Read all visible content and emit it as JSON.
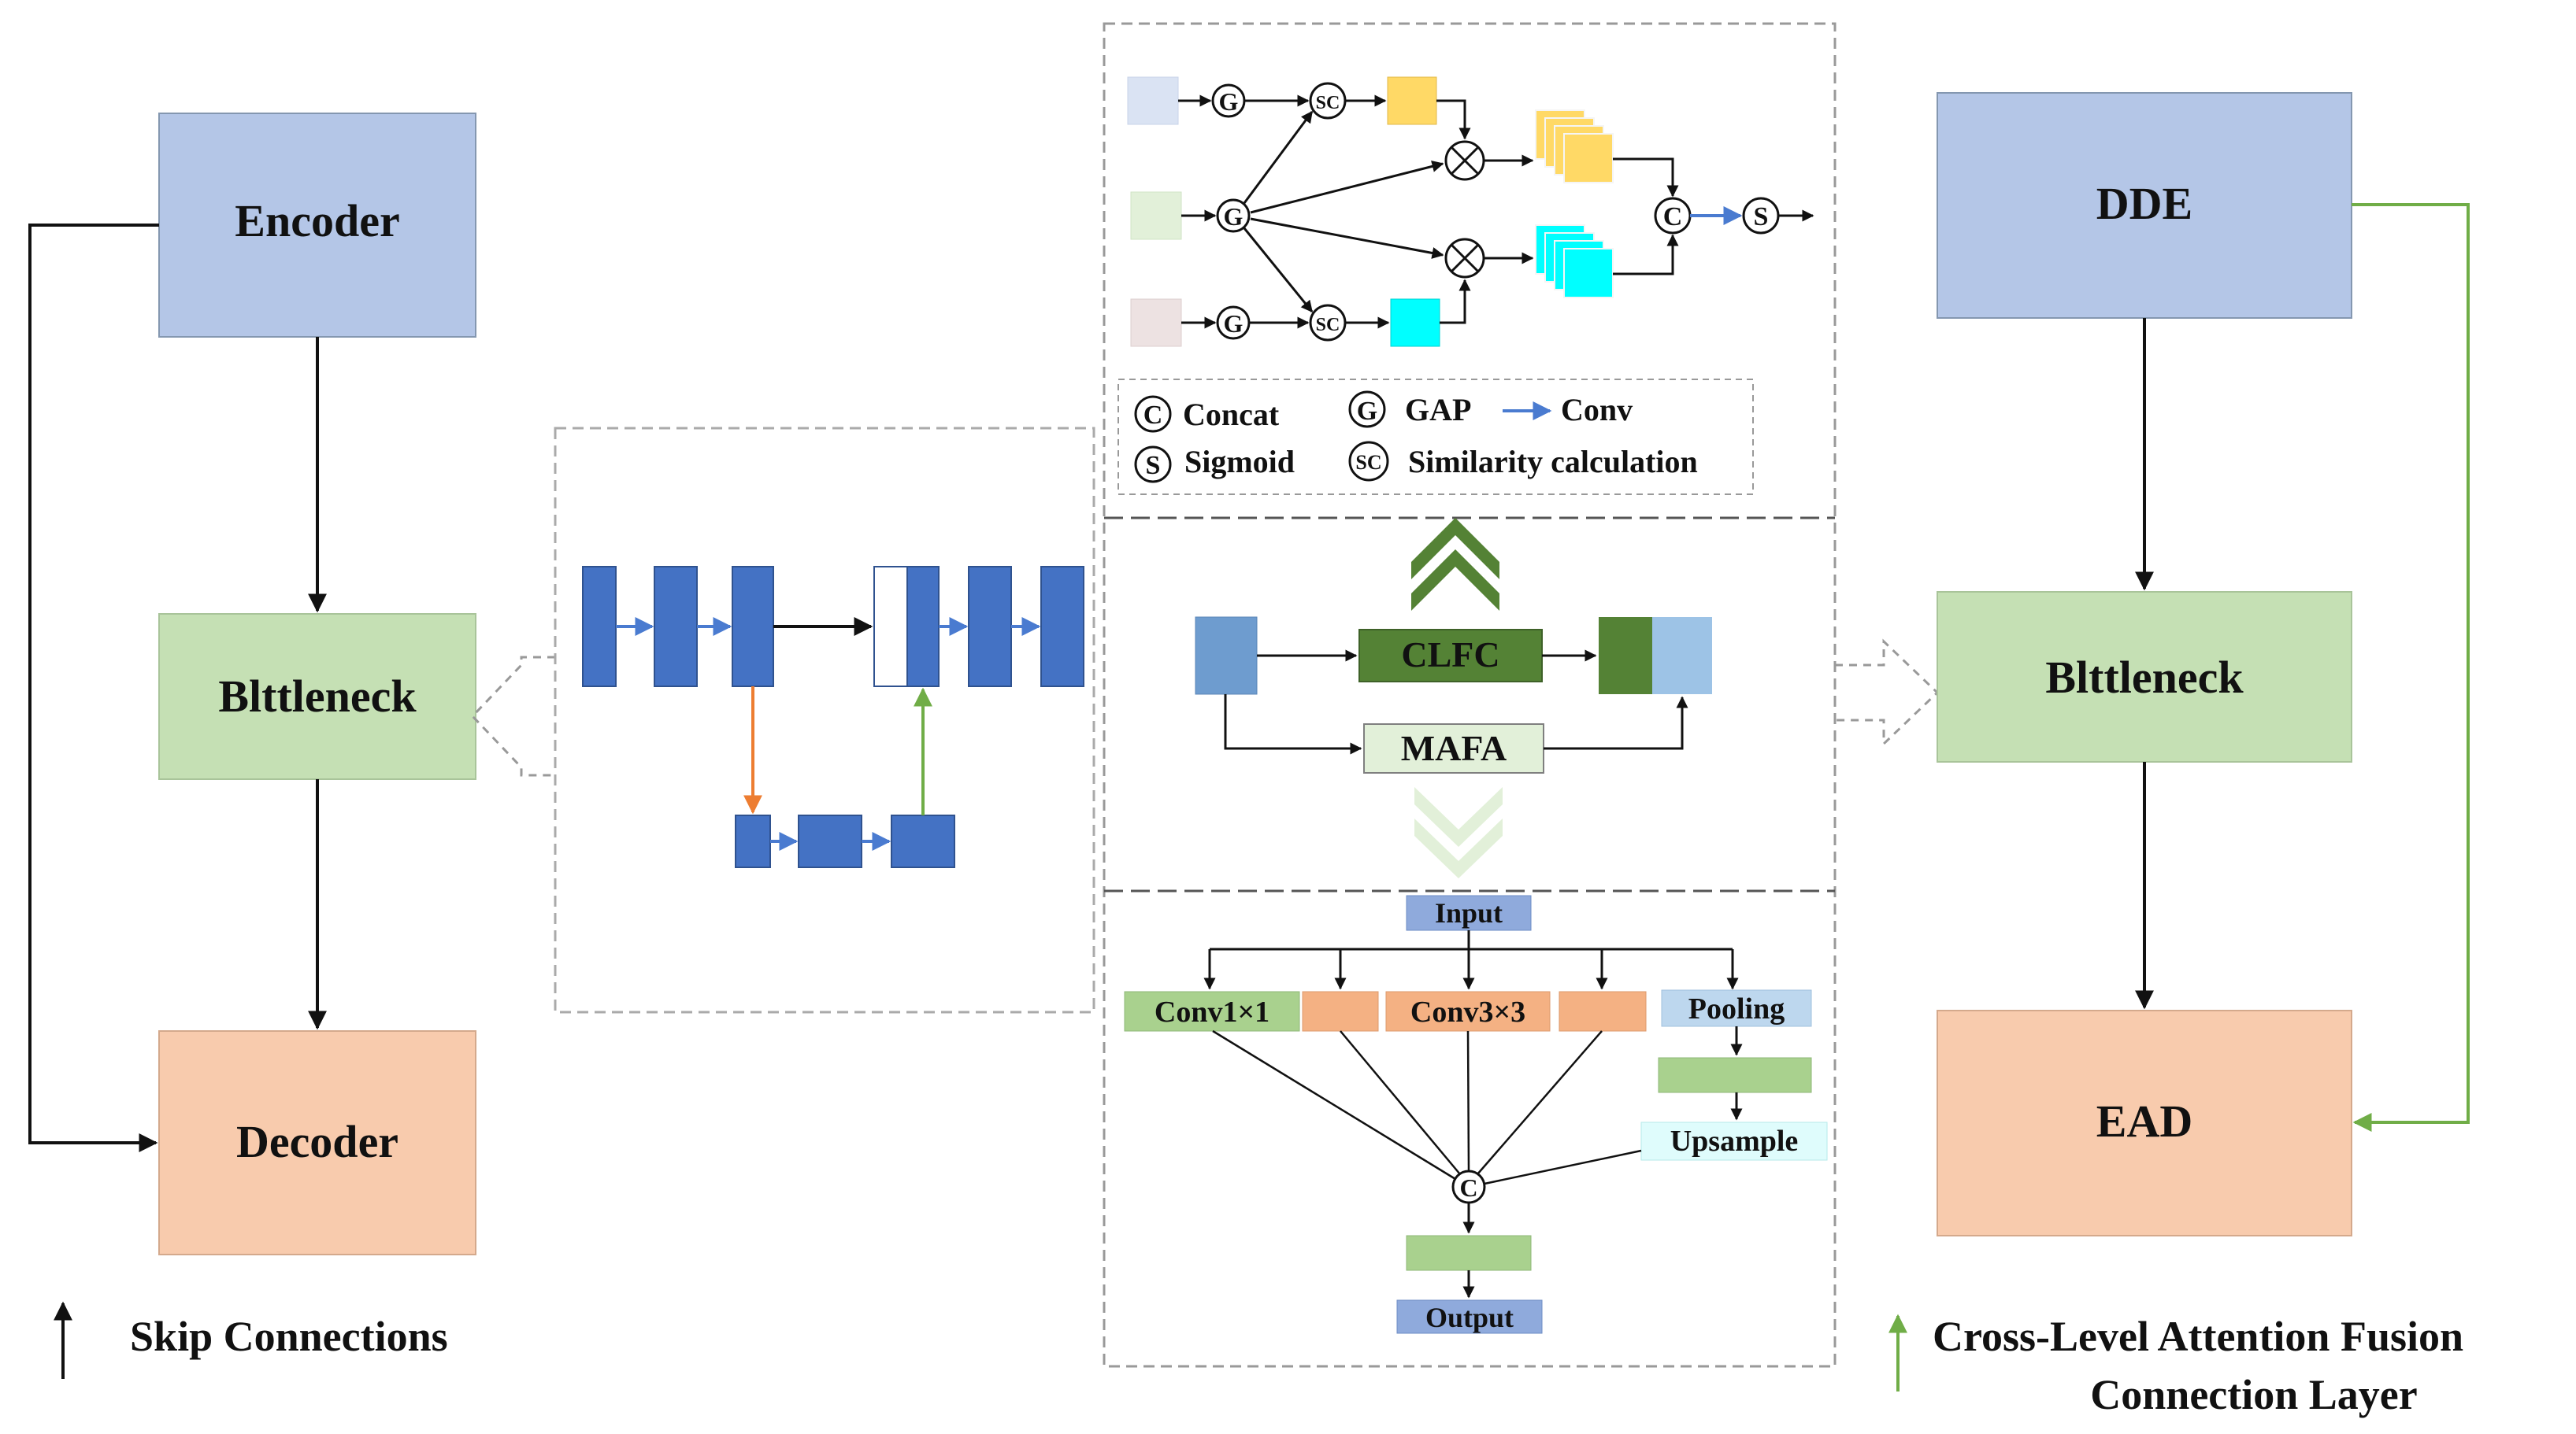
{
  "left": {
    "encoder": "Encoder",
    "bottleneck": "Blttleneck",
    "decoder": "Decoder",
    "legend": "Skip Connections"
  },
  "right": {
    "dde": "DDE",
    "bottleneck": "Blttleneck",
    "ead": "EAD",
    "legend_line1": "Cross-Level Attention Fusion",
    "legend_line2": "Connection Layer"
  },
  "similarity_module": {
    "gap_symbol": "G",
    "sc_symbol": "SC",
    "concat_symbol": "C",
    "sigmoid_symbol": "S",
    "legend": {
      "concat": "Concat",
      "gap": "GAP",
      "conv": "Conv",
      "sigmoid": "Sigmoid",
      "similarity": "Similarity calculation"
    }
  },
  "fusion_module": {
    "clfc": "CLFC",
    "mafa": "MAFA"
  },
  "multiscale_module": {
    "input": "Input",
    "conv1": "Conv1×1",
    "conv3": "Conv3×3",
    "pooling": "Pooling",
    "upsample": "Upsample",
    "concat_symbol": "C",
    "output": "Output"
  },
  "colors": {
    "encoder_blue": "#b4c6e7",
    "bottleneck_green": "#c5e0b4",
    "decoder_peach": "#f8cbad",
    "block_blue": "#4472c4",
    "conv_green": "#a9d18e",
    "conv_orange": "#f4b183",
    "clfc_dark_green": "#548235",
    "skip_orange": "#ed7d31",
    "cross_green": "#70ad47"
  }
}
